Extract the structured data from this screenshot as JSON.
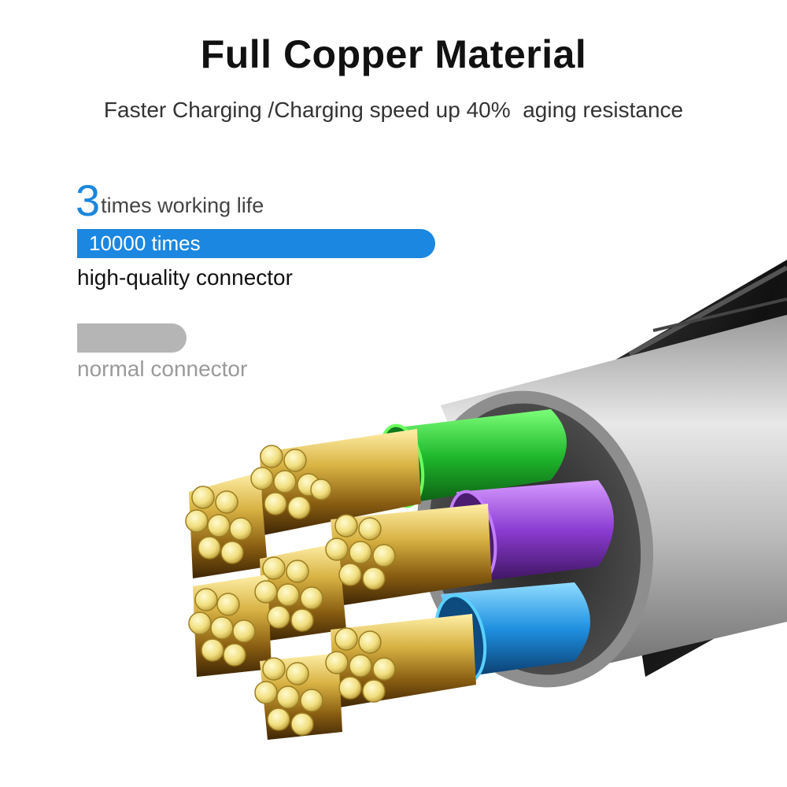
{
  "heading": "Full Copper Material",
  "subheading": "Faster Charging /Charging speed up 40%  aging resistance",
  "working_life": {
    "number": "3",
    "text": "times working life"
  },
  "high_quality": {
    "bar_label": "10000 times",
    "label": "high-quality connector",
    "bar_color": "#1c87e0",
    "level": 1.0
  },
  "normal": {
    "label": "normal connector",
    "bar_color": "#b5b5b5",
    "level": 0.3
  },
  "illustration": {
    "subject": "copper-cable-cross-section",
    "wire_colors": [
      "#2fd13a",
      "#a04be0",
      "#1e9fe8"
    ],
    "copper_color": "#e0c65a"
  }
}
